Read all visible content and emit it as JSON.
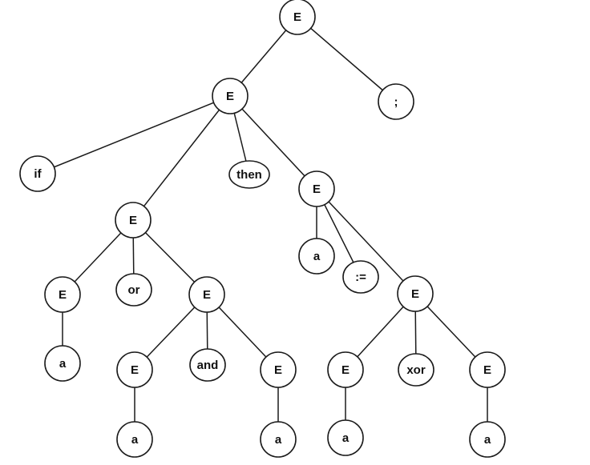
{
  "diagram": {
    "nodes": [
      {
        "id": "root",
        "label": "E"
      },
      {
        "id": "e1",
        "label": "E"
      },
      {
        "id": "semi",
        "label": ";"
      },
      {
        "id": "if",
        "label": "if"
      },
      {
        "id": "then",
        "label": "then"
      },
      {
        "id": "ecnd",
        "label": "E"
      },
      {
        "id": "eas",
        "label": "E"
      },
      {
        "id": "el",
        "label": "E"
      },
      {
        "id": "or",
        "label": "or"
      },
      {
        "id": "eand",
        "label": "E"
      },
      {
        "id": "a1",
        "label": "a"
      },
      {
        "id": "e_al",
        "label": "E"
      },
      {
        "id": "and",
        "label": "and"
      },
      {
        "id": "e_ar",
        "label": "E"
      },
      {
        "id": "a2",
        "label": "a"
      },
      {
        "id": "a3",
        "label": "a"
      },
      {
        "id": "a4",
        "label": "a"
      },
      {
        "id": "assign",
        "label": ":="
      },
      {
        "id": "exor",
        "label": "E"
      },
      {
        "id": "e_xl",
        "label": "E"
      },
      {
        "id": "xor",
        "label": "xor"
      },
      {
        "id": "e_xr",
        "label": "E"
      },
      {
        "id": "a5",
        "label": "a"
      },
      {
        "id": "a6",
        "label": "a"
      }
    ],
    "edges": [
      [
        "root",
        "e1"
      ],
      [
        "root",
        "semi"
      ],
      [
        "e1",
        "if"
      ],
      [
        "e1",
        "ecnd"
      ],
      [
        "e1",
        "then"
      ],
      [
        "e1",
        "eas"
      ],
      [
        "ecnd",
        "el"
      ],
      [
        "ecnd",
        "or"
      ],
      [
        "ecnd",
        "eand"
      ],
      [
        "el",
        "a1"
      ],
      [
        "eand",
        "e_al"
      ],
      [
        "eand",
        "and"
      ],
      [
        "eand",
        "e_ar"
      ],
      [
        "e_al",
        "a2"
      ],
      [
        "e_ar",
        "a3"
      ],
      [
        "eas",
        "a4"
      ],
      [
        "eas",
        "assign"
      ],
      [
        "eas",
        "exor"
      ],
      [
        "exor",
        "e_xl"
      ],
      [
        "exor",
        "xor"
      ],
      [
        "exor",
        "e_xr"
      ],
      [
        "e_xl",
        "a5"
      ],
      [
        "e_xr",
        "a6"
      ]
    ]
  }
}
